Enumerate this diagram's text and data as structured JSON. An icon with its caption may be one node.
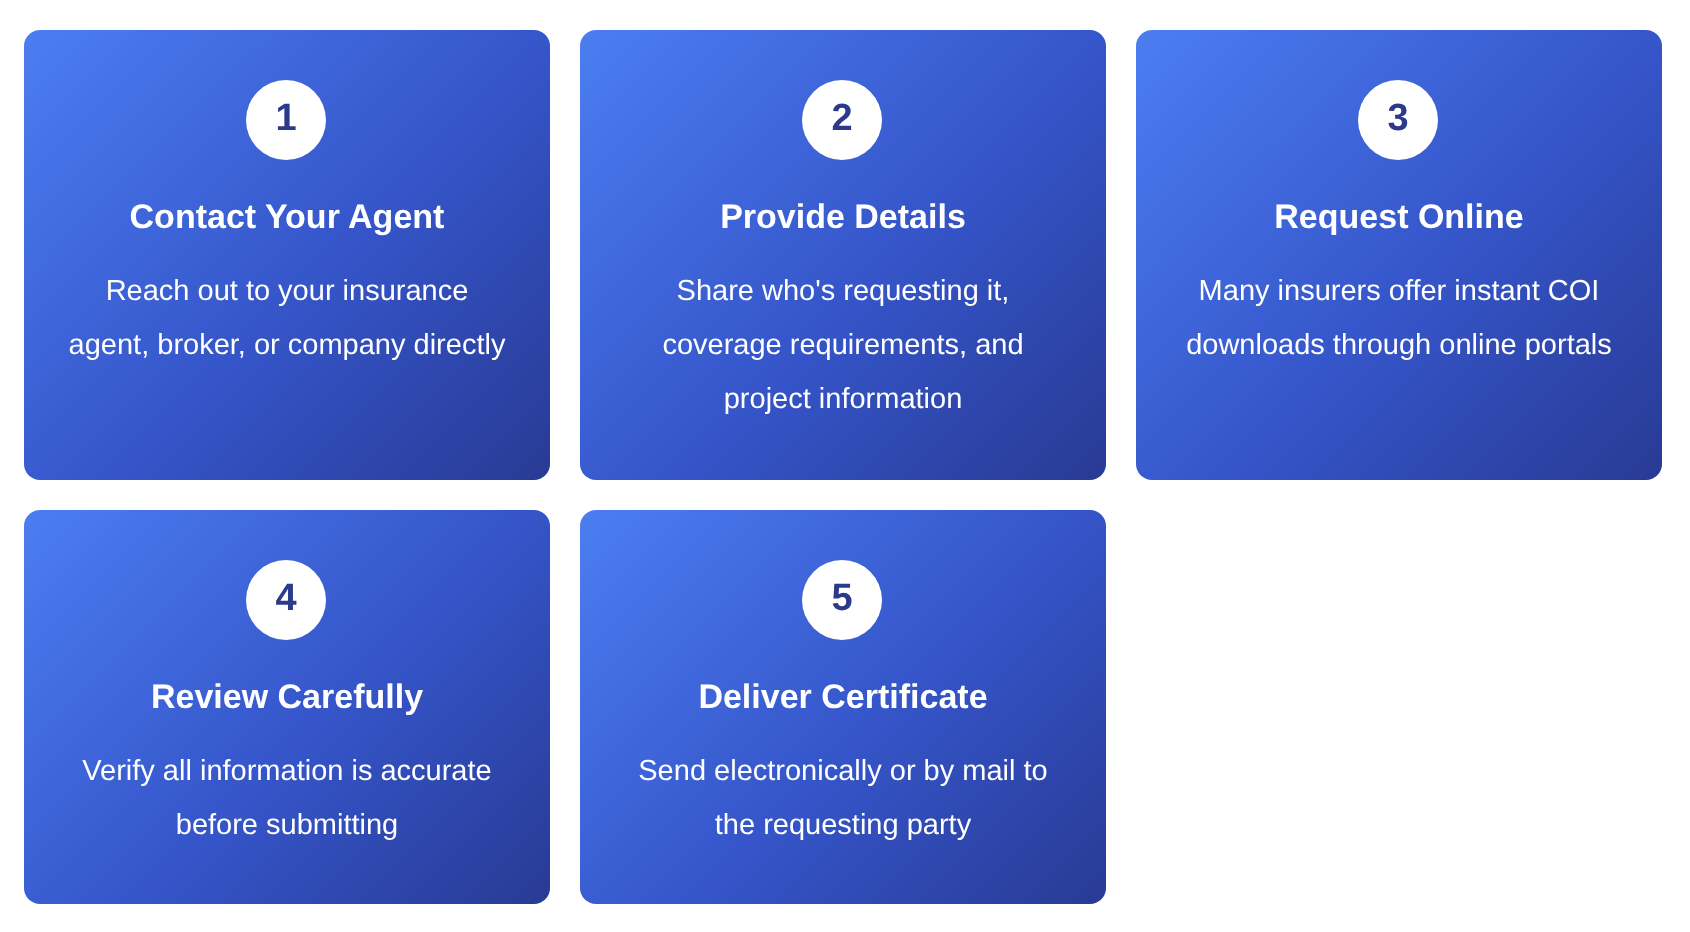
{
  "diagram": {
    "nodes": [
      {
        "text": [
          "Contact Your Agent",
          "Reach out to your insurance agent, broker, or company directly"
        ]
      },
      {
        "text": [
          "1"
        ],
        "in": 0
      },
      {
        "text": [
          "Provide Details",
          "Share who's requesting it, coverage requirements, and project information"
        ]
      },
      {
        "text": [
          "2"
        ],
        "in": 2
      },
      {
        "text": [
          "Request Online",
          "Many insurers offer instant COI downloads through online portals"
        ]
      },
      {
        "text": [
          "3"
        ],
        "in": 4
      },
      {
        "text": [
          "Review Carefully",
          "Verify all information is accurate before submitting"
        ]
      },
      {
        "text": [
          "4"
        ],
        "in": 6
      },
      {
        "text": [
          "Deliver Certificate",
          "Send electronically or by mail to the requesting party"
        ]
      },
      {
        "text": [
          "5"
        ],
        "in": 8
      }
    ]
  }
}
